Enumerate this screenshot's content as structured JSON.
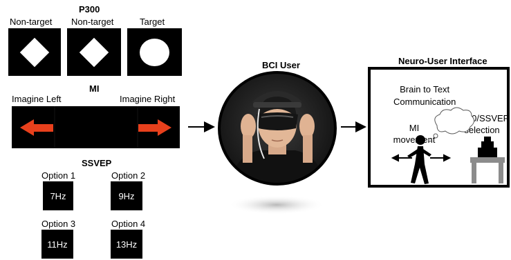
{
  "p300": {
    "title": "P300",
    "labels": [
      "Non-target",
      "Non-target",
      "Target"
    ]
  },
  "mi": {
    "title": "MI",
    "left_label": "Imagine Left",
    "right_label": "Imagine Right",
    "arrow_color": "#e8401c"
  },
  "ssvep": {
    "title": "SSVEP",
    "options": [
      {
        "label": "Option 1",
        "freq": "7Hz"
      },
      {
        "label": "Option 2",
        "freq": "9Hz"
      },
      {
        "label": "Option 3",
        "freq": "11Hz"
      },
      {
        "label": "Option 4",
        "freq": "13Hz"
      }
    ]
  },
  "bci_user": {
    "title": "BCI User"
  },
  "interface": {
    "title": "Neuro-User Interface",
    "brain_to_text": "Brain to Text\nCommunication",
    "mi_movement": "MI\nmovement",
    "p300_ssvep": "P300/SSVEP\nselection"
  }
}
